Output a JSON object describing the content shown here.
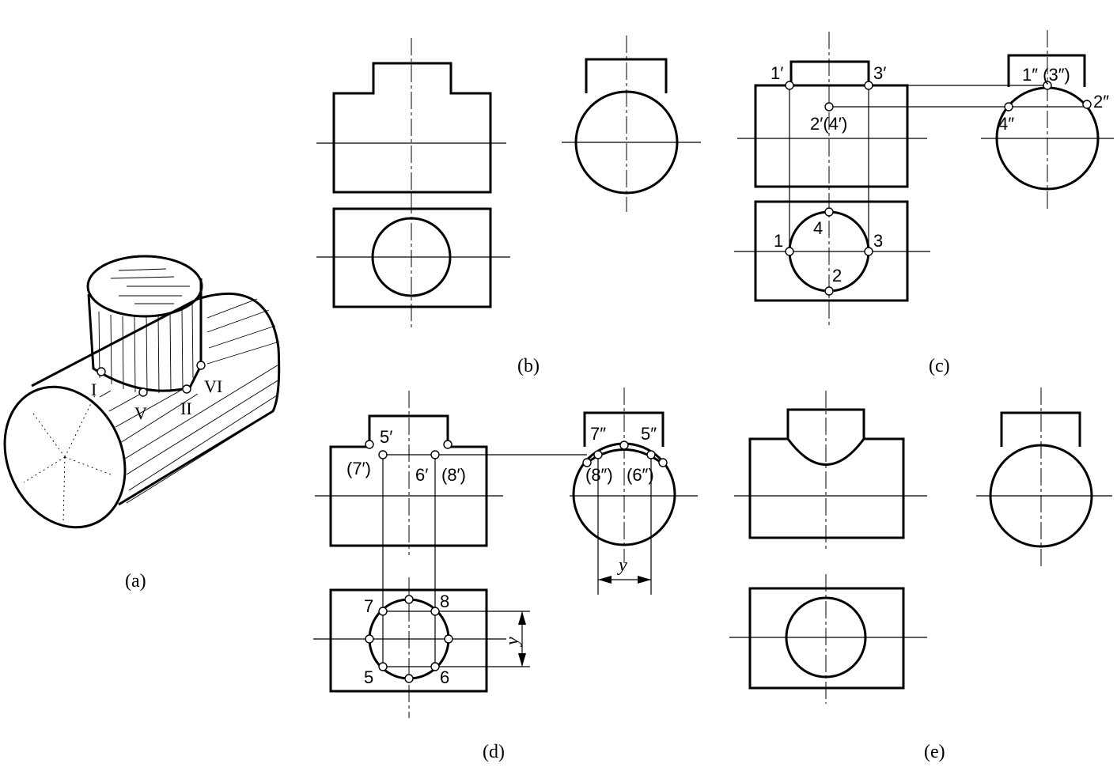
{
  "captions": {
    "a": "(a)",
    "b": "(b)",
    "c": "(c)",
    "d": "(d)",
    "e": "(e)"
  },
  "iso_labels": {
    "p1": "I",
    "p5": "V",
    "p2": "II",
    "p6": "VI"
  },
  "view_c": {
    "front": {
      "p1": "1′",
      "p3": "3′",
      "p24": "2′(4′)"
    },
    "side": {
      "p13": "1″ (3″)",
      "p2": "2″",
      "p4": "4″"
    },
    "top": {
      "p1": "1",
      "p2": "2",
      "p3": "3",
      "p4": "4"
    }
  },
  "view_d": {
    "front": {
      "p5": "5′",
      "p7": "(7′)",
      "p6": "6′",
      "p8": "(8′)"
    },
    "side": {
      "p7": "7″",
      "p5": "5″",
      "p8": "(8″)",
      "p6": "(6″)",
      "dim": "y"
    },
    "top": {
      "p7": "7",
      "p8": "8",
      "p5": "5",
      "p6": "6",
      "dim": "y"
    }
  }
}
